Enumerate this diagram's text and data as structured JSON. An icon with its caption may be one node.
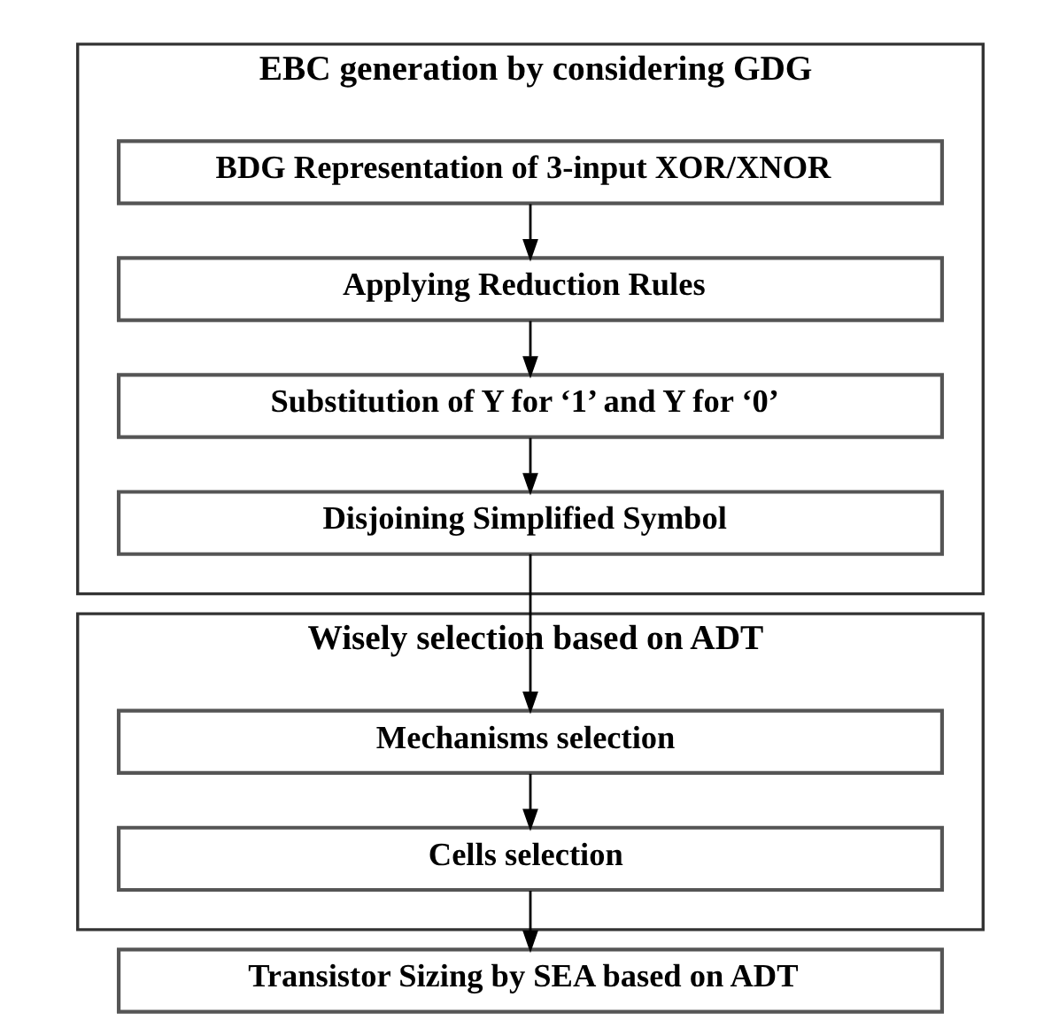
{
  "diagram": {
    "nodes": [
      {
        "text": [
          "EBC generation by considering GDG"
        ]
      },
      {
        "text": [
          "BDG Representation of 3-input XOR/XNOR"
        ],
        "in": 0
      },
      {
        "text": [
          "Applying Reduction Rules"
        ],
        "in": 0
      },
      {
        "text": [
          "Substitution of Y for ‘1’ and Y for ‘0’"
        ],
        "in": 0
      },
      {
        "text": [
          "Disjoining Simplified Symbol"
        ],
        "in": 0
      },
      {
        "text": [
          "Wisely selection based on ADT"
        ]
      },
      {
        "text": [
          "Mechanisms selection"
        ],
        "in": 5
      },
      {
        "text": [
          "Cells selection"
        ],
        "in": 5
      },
      {
        "text": [
          "Transistor Sizing by SEA based on ADT"
        ]
      }
    ],
    "edges": [
      {
        "from": 1,
        "to": 2,
        "arrow": "to"
      },
      {
        "from": 2,
        "to": 3,
        "arrow": "to"
      },
      {
        "from": 3,
        "to": 4,
        "arrow": "to"
      },
      {
        "from": 4,
        "to": 6,
        "arrow": "to"
      },
      {
        "from": 6,
        "to": 7,
        "arrow": "to"
      },
      {
        "from": 7,
        "to": 8,
        "arrow": "to"
      }
    ]
  }
}
